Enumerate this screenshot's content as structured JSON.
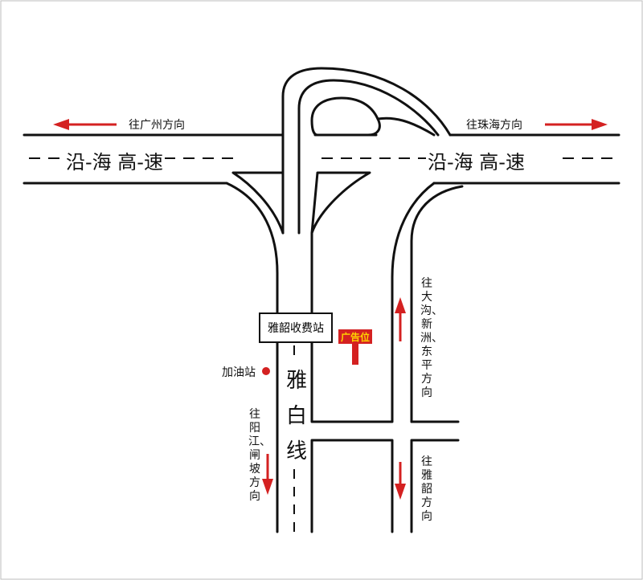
{
  "map": {
    "highway_name": "沿-海 高-速",
    "highway_name_right": "沿-海 高-速",
    "to_guangzhou": "往广州方向",
    "to_zhuhai": "往珠海方向",
    "toll_station": "雅韶收费站",
    "ad_spot": "广告位",
    "gas_station": "加油站",
    "road_name": "雅白线",
    "to_dagou": "往大沟、新洲、东平方向",
    "to_yangjiang": "往阳江、闸坡方向",
    "to_yashao": "往雅韶方向",
    "colors": {
      "road_line": "#111111",
      "arrow": "#d42121",
      "ad_fill": "#d42121",
      "ad_text": "#ffd500"
    }
  }
}
